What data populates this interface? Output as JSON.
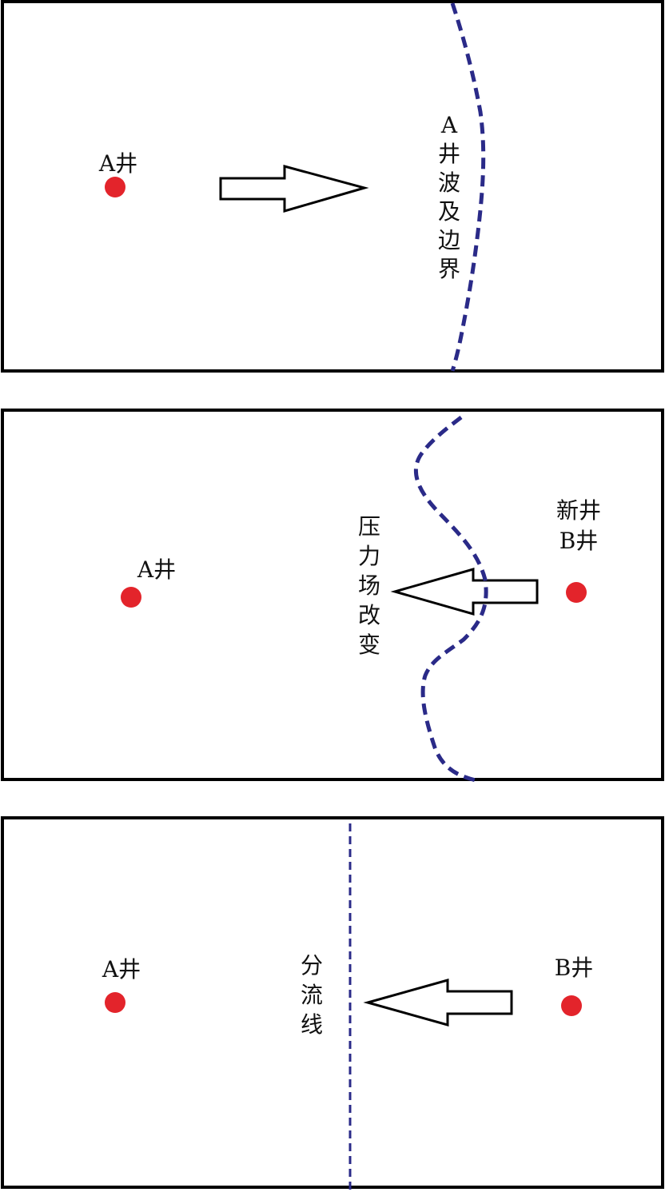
{
  "colors": {
    "frame": "#000000",
    "well": "#e3242b",
    "boundary": "#2a2a88",
    "arrow_fill": "#ffffff"
  },
  "panels": [
    {
      "well_a_label": "A井",
      "boundary_label": [
        "A",
        "井",
        "波",
        "及",
        "边",
        "界"
      ]
    },
    {
      "well_a_label": "A井",
      "new_well_label": "新井",
      "well_b_label": "B井",
      "pressure_label": [
        "压",
        "力",
        "场",
        "改",
        "变"
      ]
    },
    {
      "well_a_label": "A井",
      "well_b_label": "B井",
      "divide_label": [
        "分",
        "流",
        "线"
      ]
    }
  ]
}
